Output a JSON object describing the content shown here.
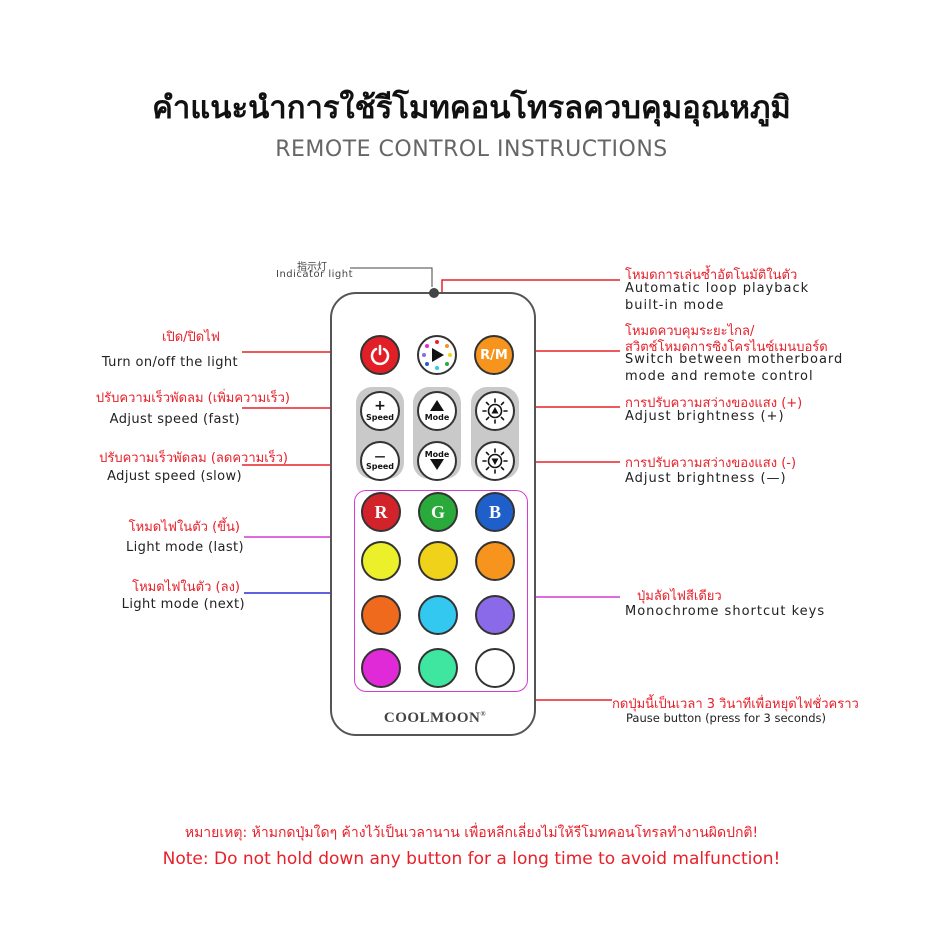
{
  "title": {
    "thai": "คำแนะนำการใช้รีโมทคอนโทรลควบคุมอุณหภูมิ",
    "english": "REMOTE CONTROL INSTRUCTIONS"
  },
  "indicator": {
    "chinese": "指示灯",
    "english": "Indicator light"
  },
  "labels": {
    "power": {
      "thai": "เปิด/ปิดไฟ",
      "english": "Turn on/off the light"
    },
    "speed_up": {
      "thai": "ปรับความเร็วพัดลม (เพิ่มความเร็ว)",
      "english": "Adjust speed (fast)"
    },
    "speed_down": {
      "thai": "ปรับความเร็วพัดลม (ลดความเร็ว)",
      "english": "Adjust speed (slow)"
    },
    "mode_up": {
      "thai": "โหมดไฟในตัว (ขึ้น)",
      "english": "Light mode (last)"
    },
    "mode_down": {
      "thai": "โหมดไฟในตัว (ลง)",
      "english": "Light mode (next)"
    },
    "auto_loop": {
      "thai": "โหมดการเล่นซ้ำอัตโนมัติในตัว",
      "english_line1": "Automatic loop playback",
      "english_line2": "built-in mode"
    },
    "rm_switch": {
      "thai_line1": "โหมดควบคุมระยะไกล/",
      "thai_line2": "สวิตช์โหมดการซิงโครไนซ์เมนบอร์ด",
      "english_line1": "Switch between motherboard",
      "english_line2": "mode and remote control"
    },
    "bright_up": {
      "thai": "การปรับความสว่างของแสง (+)",
      "english": "Adjust brightness (+)"
    },
    "bright_down": {
      "thai": "การปรับความสว่างของแสง (-)",
      "english": "Adjust brightness (—)"
    },
    "mono": {
      "thai": "ปุ่มลัดไฟสีเดียว",
      "english": "Monochrome shortcut keys"
    },
    "pause": {
      "thai": "กดปุ่มนี้เป็นเวลา 3 วินาทีเพื่อหยุดไฟชั่วคราว",
      "english": "Pause button (press for 3 seconds)"
    }
  },
  "remote": {
    "rm_label": "R/M",
    "speed_label": "Speed",
    "mode_label": "Mode",
    "plus": "+",
    "minus": "—",
    "rgb": [
      "R",
      "G",
      "B"
    ],
    "brand": "COOLMOON",
    "registered": "®"
  },
  "note": {
    "thai": "หมายเหตุ: ห้ามกดปุ่มใดๆ ค้างไว้เป็นเวลานาน เพื่อหลีกเลี่ยงไม่ให้รีโมทคอนโทรลทำงานผิดปกติ!",
    "english": "Note: Do not hold down any button for a long time to avoid malfunction!"
  },
  "colors": {
    "red_label": "#e8202a",
    "power_button": "#e21e26",
    "rm_button": "#f7941d",
    "line_red": "#e8202a",
    "line_purple": "#d63ad6",
    "line_blue": "#2b2bd6",
    "r_button": "#d3232a",
    "g_button": "#2aaa3a",
    "b_button": "#1e5fc9",
    "color_keys": [
      "#ecf02a",
      "#f0d21a",
      "#f7941d",
      "#f06a1e",
      "#33c8f0",
      "#8a6ae8",
      "#e02ad8",
      "#3ee6a0",
      "#ffffff"
    ]
  }
}
